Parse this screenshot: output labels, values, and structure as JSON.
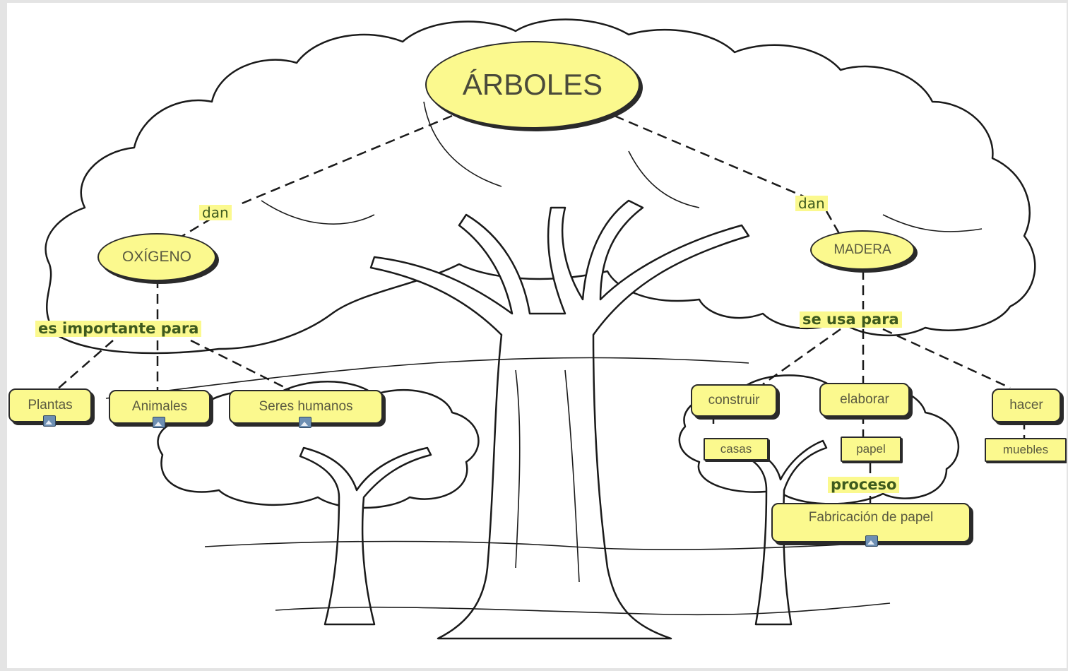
{
  "concepts": {
    "arboles": "ÁRBOLES",
    "oxigeno": "OXÍGENO",
    "madera": "MADERA",
    "plantas": "Plantas",
    "animales": "Animales",
    "seres_humanos": "Seres humanos",
    "construir": "construir",
    "elaborar": "elaborar",
    "hacer": "hacer",
    "casas": "casas",
    "papel": "papel",
    "muebles": "muebles",
    "fabricacion": "Fabricación de papel"
  },
  "links": {
    "dan_left": "dan",
    "dan_right": "dan",
    "es_importante_para": "es importante para",
    "se_usa_para": "se usa para",
    "proceso": "proceso"
  },
  "icons": {
    "resource": "image-resource-icon"
  },
  "colors": {
    "node_fill": "#fbf98e",
    "node_border": "#2a2a2a",
    "link_text": "#3e5a1e",
    "node_text": "#5a5a40"
  }
}
